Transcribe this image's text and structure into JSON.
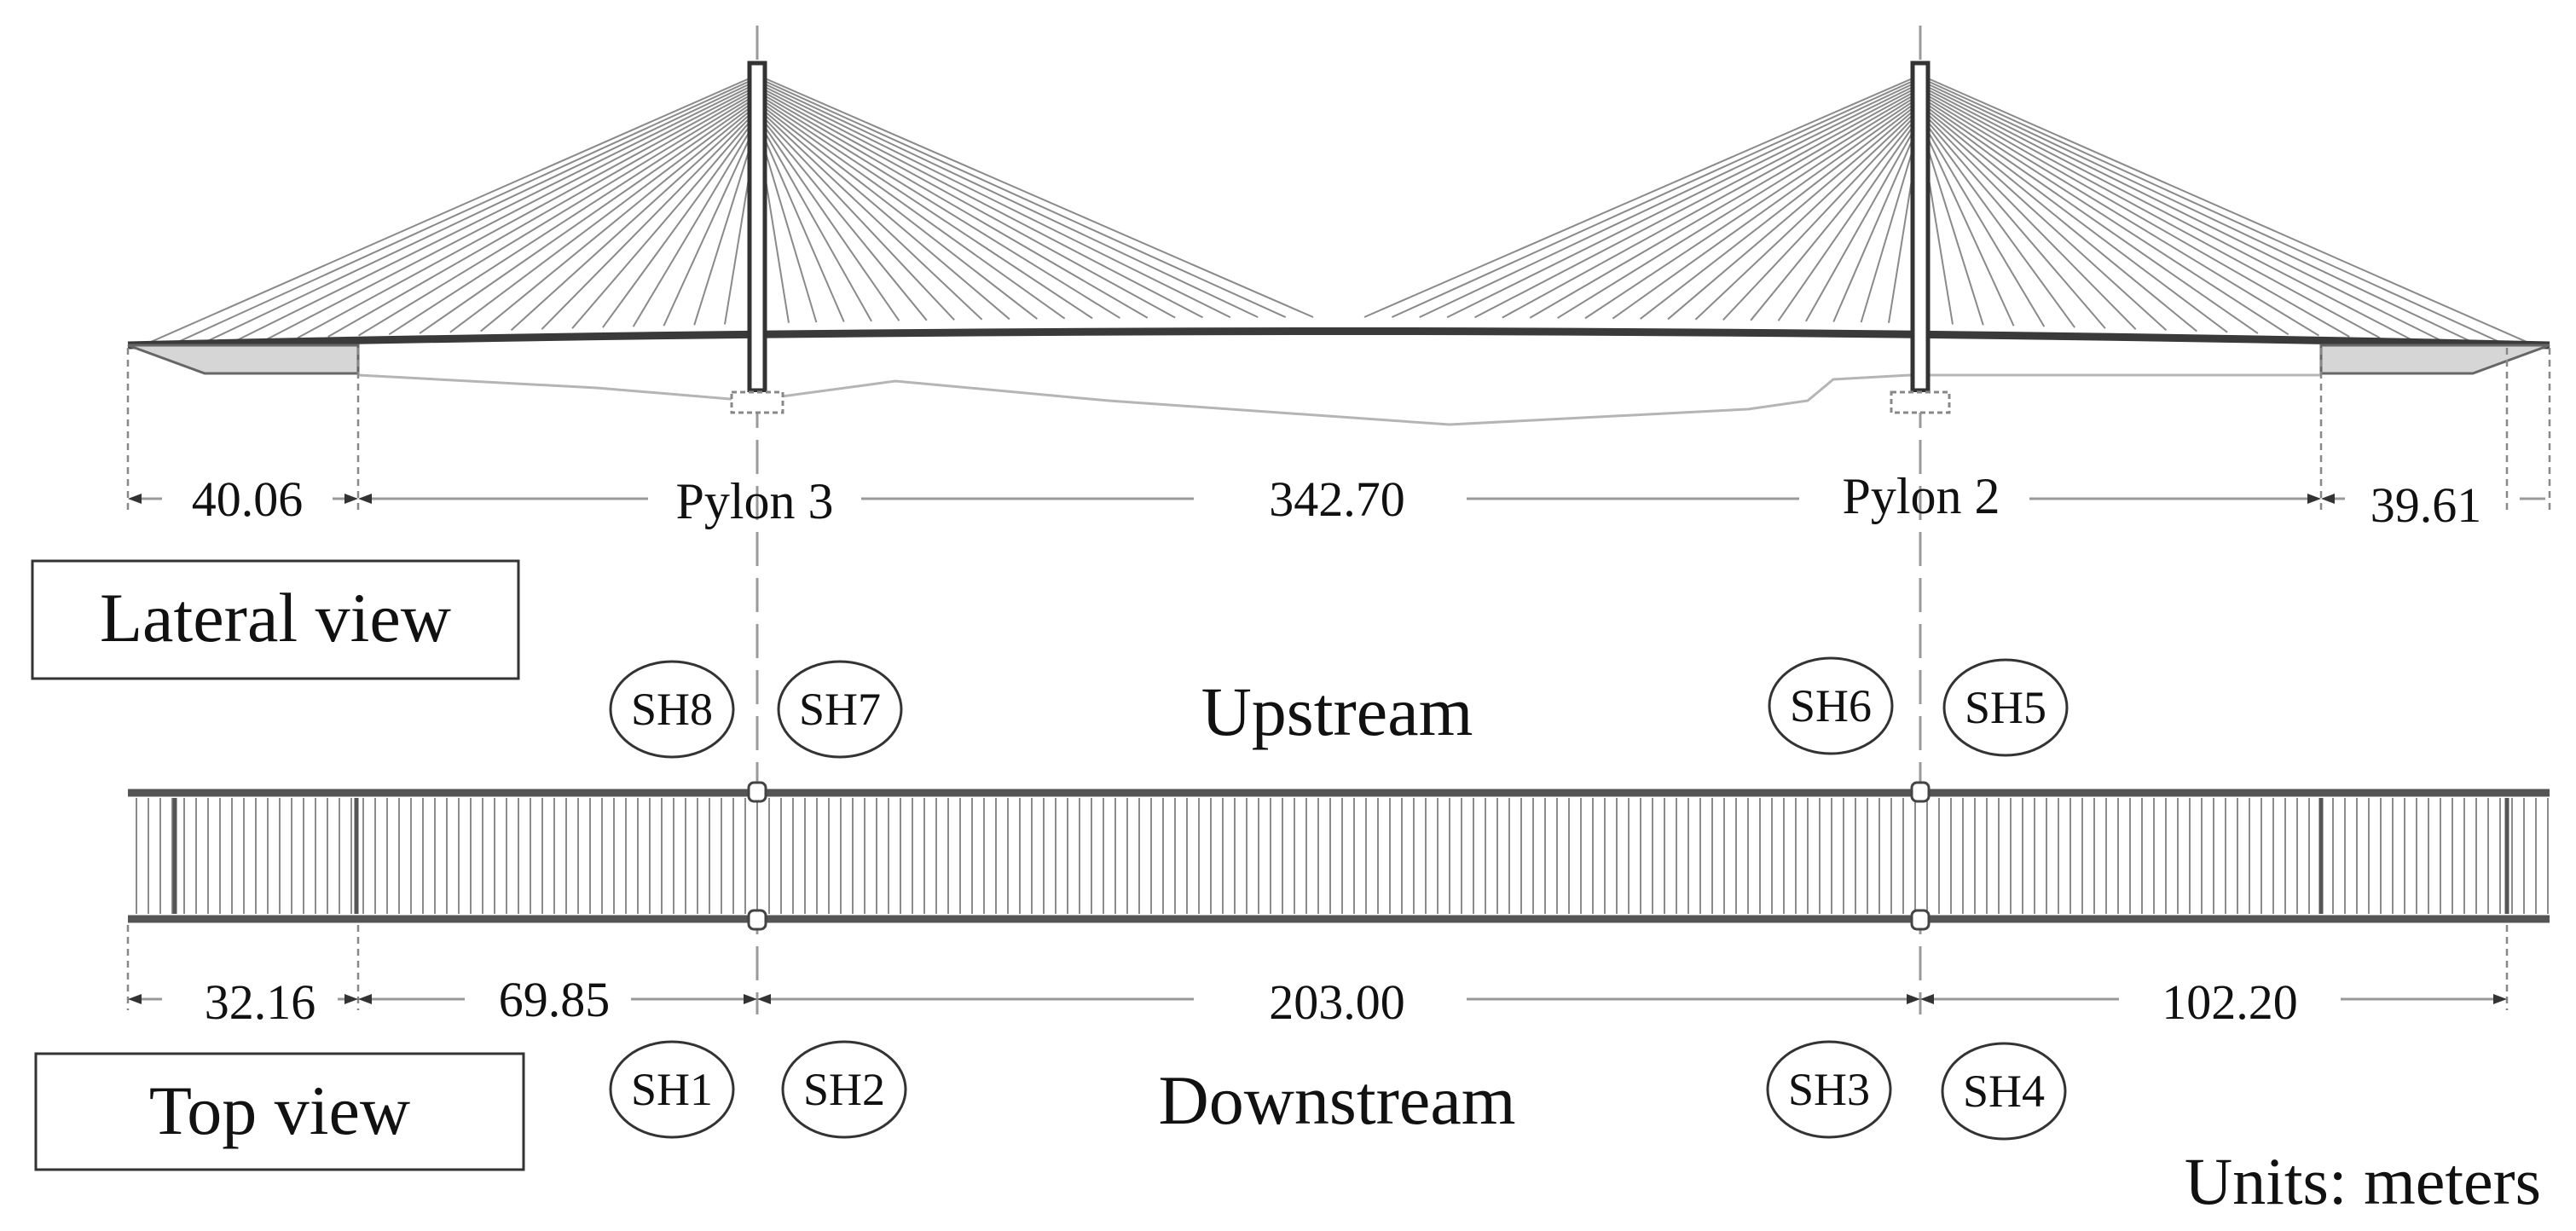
{
  "lateral_view": {
    "label": "Lateral view",
    "pylon_left": "Pylon 3",
    "pylon_right": "Pylon 2",
    "dims": {
      "left_span": "40.06",
      "main_span": "342.70",
      "right_span": "39.61"
    }
  },
  "top_view": {
    "label": "Top view",
    "upstream": "Upstream",
    "downstream": "Downstream",
    "dims": {
      "d1": "32.16",
      "d2": "69.85",
      "d3": "203.00",
      "d4": "102.20"
    },
    "sensors": {
      "upstream": [
        "SH8",
        "SH7",
        "SH6",
        "SH5"
      ],
      "downstream": [
        "SH1",
        "SH2",
        "SH3",
        "SH4"
      ]
    }
  },
  "units": "Units: meters",
  "colors": {
    "line": "#555555",
    "cable": "#8a8a8a",
    "text": "#111111"
  }
}
